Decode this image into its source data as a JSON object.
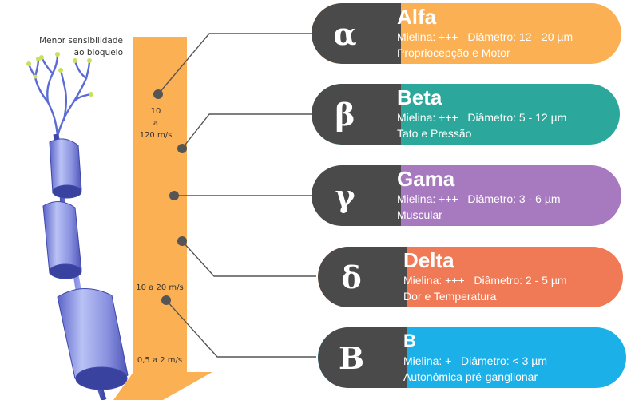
{
  "left_label": [
    "Menor sensibilidade",
    "ao bloqueio"
  ],
  "speeds": {
    "fast": [
      "10",
      "a",
      "120 m/s"
    ],
    "medium": "10 a 20 m/s",
    "slow": "0,5 a 2 m/s"
  },
  "fibers": [
    {
      "symbol": "α",
      "name": "Alfa",
      "myelin": "Mielina: +++",
      "diameter": "Diâmetro: 12 - 20 µm",
      "function": "Propriocepção e Motor",
      "color": "#fbb054"
    },
    {
      "symbol": "β",
      "name": "Beta",
      "myelin": "Mielina: +++",
      "diameter": "Diâmetro: 5 - 12 µm",
      "function": "Tato e Pressão",
      "color": "#2ba79b"
    },
    {
      "symbol": "γ",
      "name": "Gama",
      "myelin": "Mielina: +++",
      "diameter": "Diâmetro: 3 - 6 µm",
      "function": "Muscular",
      "color": "#a779be"
    },
    {
      "symbol": "δ",
      "name": "Delta",
      "myelin": "Mielina: +++",
      "diameter": "Diâmetro: 2 - 5 µm",
      "function": "Dor e Temperatura",
      "color": "#f07a55"
    },
    {
      "symbol": "B",
      "name": "B",
      "myelin": "Mielina: +",
      "diameter": "Diâmetro: < 3 µm",
      "function": "Autonômica pré-ganglionar",
      "color": "#1bb0e8"
    }
  ],
  "colors": {
    "arrow": "#fbb054",
    "connector": "#555555",
    "dot": "#555555"
  }
}
